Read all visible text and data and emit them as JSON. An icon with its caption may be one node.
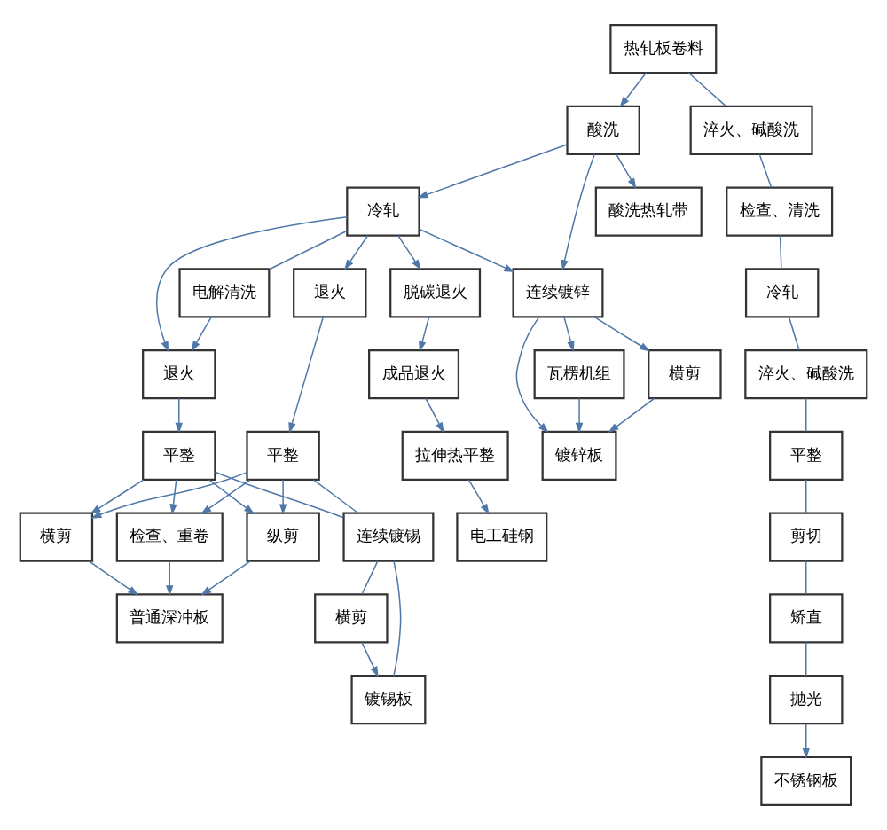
{
  "diagram": {
    "nodes": [
      {
        "text": [
          "热轧板卷料"
        ]
      },
      {
        "text": [
          "酸洗"
        ]
      },
      {
        "text": [
          "淬火、碱酸洗"
        ]
      },
      {
        "text": [
          "冷轧"
        ]
      },
      {
        "text": [
          "检查、清洗"
        ]
      },
      {
        "text": [
          "电解清洗"
        ]
      },
      {
        "text": [
          "冷轧"
        ]
      },
      {
        "text": [
          "退火"
        ]
      },
      {
        "text": [
          "退火"
        ]
      },
      {
        "text": [
          "脱碳退火"
        ]
      },
      {
        "text": [
          "连续镀锌"
        ]
      },
      {
        "text": [
          "淬火、碱酸洗"
        ]
      },
      {
        "text": [
          "平整"
        ]
      },
      {
        "text": [
          "平整"
        ]
      },
      {
        "text": [
          "成品退火"
        ]
      },
      {
        "text": [
          "平整"
        ]
      },
      {
        "text": [
          "横剪"
        ]
      },
      {
        "text": [
          "检查、重卷"
        ]
      },
      {
        "text": [
          "瓦楞机组"
        ]
      },
      {
        "text": [
          "剪切"
        ]
      },
      {
        "text": [
          "连续镀锡"
        ]
      },
      {
        "text": [
          "纵剪"
        ]
      },
      {
        "text": [
          "拉伸热平整"
        ]
      },
      {
        "text": [
          "横剪"
        ]
      },
      {
        "text": [
          "矫直"
        ]
      },
      {
        "text": [
          "抛光"
        ]
      },
      {
        "text": [
          "横剪"
        ]
      },
      {
        "text": [
          "酸洗热轧带"
        ]
      },
      {
        "text": [
          "镀锡板"
        ]
      },
      {
        "text": [
          "普通深冲板"
        ]
      },
      {
        "text": [
          "电工硅钢"
        ]
      },
      {
        "text": [
          "镀锌板"
        ]
      },
      {
        "text": [
          "不锈钢板"
        ]
      }
    ],
    "edges": [
      {
        "from": 0,
        "to": 1,
        "arrow": "to"
      },
      {
        "from": 0,
        "to": 2,
        "arrow": "none"
      },
      {
        "from": 2,
        "to": 4,
        "arrow": "none"
      },
      {
        "from": 4,
        "to": 6,
        "arrow": "none"
      },
      {
        "from": 6,
        "to": 11,
        "arrow": "none"
      },
      {
        "from": 11,
        "to": 15,
        "arrow": "none"
      },
      {
        "from": 15,
        "to": 19,
        "arrow": "none"
      },
      {
        "from": 19,
        "to": 24,
        "arrow": "none"
      },
      {
        "from": 24,
        "to": 25,
        "arrow": "none"
      },
      {
        "from": 25,
        "to": 32,
        "arrow": "to"
      },
      {
        "from": 1,
        "to": 3,
        "arrow": "to"
      },
      {
        "from": 1,
        "to": 10,
        "arrow": "to"
      },
      {
        "from": 1,
        "to": 27,
        "arrow": "to"
      },
      {
        "from": 3,
        "to": 5,
        "arrow": "none"
      },
      {
        "from": 5,
        "to": 7,
        "arrow": "to"
      },
      {
        "from": 3,
        "to": 7,
        "arrow": "to"
      },
      {
        "from": 3,
        "to": 8,
        "arrow": "to"
      },
      {
        "from": 3,
        "to": 9,
        "arrow": "to"
      },
      {
        "from": 3,
        "to": 10,
        "arrow": "to"
      },
      {
        "from": 7,
        "to": 12,
        "arrow": "to"
      },
      {
        "from": 8,
        "to": 13,
        "arrow": "to"
      },
      {
        "from": 9,
        "to": 14,
        "arrow": "to"
      },
      {
        "from": 12,
        "to": 20,
        "arrow": "none"
      },
      {
        "from": 12,
        "to": 16,
        "arrow": "to"
      },
      {
        "from": 12,
        "to": 21,
        "arrow": "to"
      },
      {
        "from": 12,
        "to": 17,
        "arrow": "to"
      },
      {
        "from": 13,
        "to": 20,
        "arrow": "none"
      },
      {
        "from": 13,
        "to": 16,
        "arrow": "to"
      },
      {
        "from": 13,
        "to": 21,
        "arrow": "to"
      },
      {
        "from": 13,
        "to": 17,
        "arrow": "to"
      },
      {
        "from": 14,
        "to": 22,
        "arrow": "to"
      },
      {
        "from": 10,
        "to": 18,
        "arrow": "to"
      },
      {
        "from": 10,
        "to": 23,
        "arrow": "to"
      },
      {
        "from": 10,
        "to": 31,
        "arrow": "to"
      },
      {
        "from": 16,
        "to": 29,
        "arrow": "to"
      },
      {
        "from": 21,
        "to": 29,
        "arrow": "to"
      },
      {
        "from": 17,
        "to": 29,
        "arrow": "to"
      },
      {
        "from": 20,
        "to": 28,
        "arrow": "none"
      },
      {
        "from": 20,
        "to": 26,
        "arrow": "none"
      },
      {
        "from": 26,
        "to": 28,
        "arrow": "to"
      },
      {
        "from": 22,
        "to": 30,
        "arrow": "to"
      },
      {
        "from": 18,
        "to": 31,
        "arrow": "to"
      },
      {
        "from": 23,
        "to": 31,
        "arrow": "to"
      }
    ]
  }
}
